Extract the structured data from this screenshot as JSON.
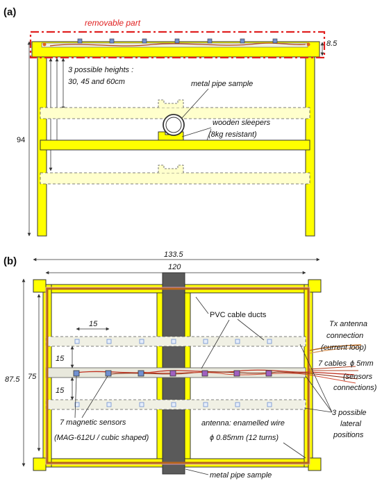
{
  "panel_a": {
    "tag": "(a)",
    "removable_label": "removable part",
    "dim_top": "8.5",
    "dim_height": "94",
    "heights_line1": "3 possible heights :",
    "heights_line2": "30, 45 and 60cm",
    "pipe_label": "metal pipe sample",
    "sleepers_line1": "wooden sleepers",
    "sleepers_line2": "(8kg resistant)"
  },
  "panel_b": {
    "tag": "(b)",
    "dim_outer_width": "133.5",
    "dim_inner_width": "120",
    "dim_outer_height": "87.5",
    "dim_inner_height": "75",
    "spacing_h": "15",
    "spacing_v1": "15",
    "spacing_v2": "15",
    "ducts_label": "PVC cable ducts",
    "tx_line1": "Tx antenna",
    "tx_line2": "connection",
    "tx_line3": "(current loop)",
    "cables_line1": "7 cables",
    "cables_diam": "ϕ 5mm",
    "cables_line2": "(sensors",
    "cables_line3": "connections)",
    "lateral_line1": "3 possible",
    "lateral_line2": "lateral",
    "lateral_line3": "positions",
    "sensors_line1": "7 magnetic sensors",
    "sensors_line2": "(MAG-612U / cubic shaped)",
    "antenna_line1": "antenna: enamelled wire",
    "antenna_line2": "ϕ 0.85mm (12 turns)",
    "pipe_label": "metal pipe sample"
  },
  "colors": {
    "frame_yellow": "#ffff00",
    "sleeper_fill": "#ffffcc",
    "removable_red": "#e02020",
    "antenna_brown": "#b5651d",
    "sensor_blue": "#7090d0",
    "sensor_purple": "#a060c0",
    "pipe_gray": "#5a5a5a"
  }
}
